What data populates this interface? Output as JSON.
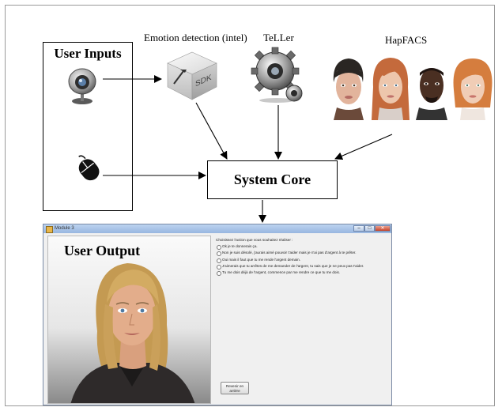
{
  "diagram": {
    "user_inputs_title": "User Inputs",
    "emotion_label": "Emotion detection (intel)",
    "sdk_text": "SDK",
    "teller_label": "TeLLer",
    "hapfacs_label": "HapFACS",
    "core_label": "System Core",
    "output_label": "User Output"
  },
  "window": {
    "title": "Module 3",
    "min_glyph": "–",
    "max_glyph": "□",
    "close_glyph": "✕",
    "prompt": "Choisissez l'action que vous souhaitez réaliser :",
    "options": [
      "Ok je te donnerais ça.",
      "Non je suis désolé, j'aurais aimé pouvoir t'aider mais je n'ai pas d'argent à te prêter.",
      "Oui mais il faut que tu me rende l'argent demain.",
      "J'aimerais que tu arrêtes de me demander de l'argent, tu sais que je ne peux pas t'aider.",
      "Tu me dois déjà de l'argent, commence par me rendre ce que tu me dois."
    ],
    "back_button": "Revenir en arrière"
  },
  "colors": {
    "titlebar": "#a9c4e8",
    "close": "#c8432a",
    "background": "#ffffff"
  }
}
